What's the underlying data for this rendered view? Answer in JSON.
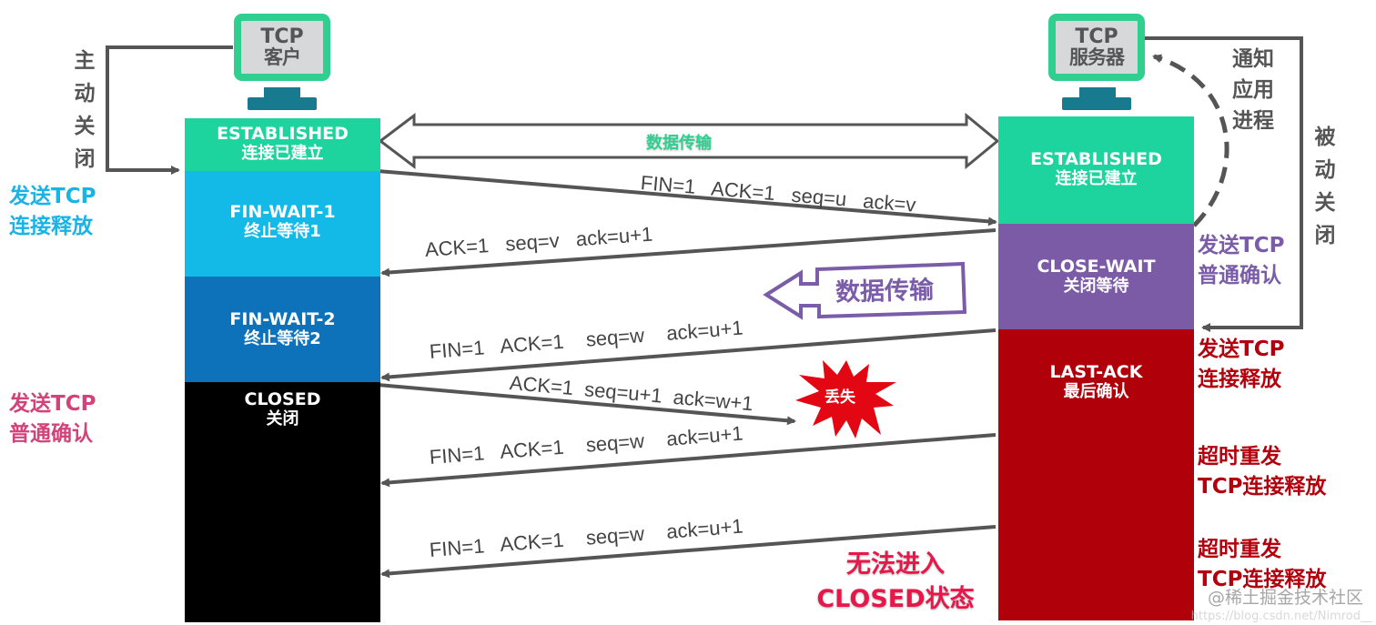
{
  "client": {
    "title_line1": "TCP",
    "title_line2": "客户",
    "side_label": [
      "主",
      "动",
      "关",
      "闭"
    ],
    "states": [
      {
        "en": "ESTABLISHED",
        "zh": "连接已建立",
        "color": "#1ed49e"
      },
      {
        "en": "FIN-WAIT-1",
        "zh": "终止等待1",
        "color": "#13b9e7"
      },
      {
        "en": "FIN-WAIT-2",
        "zh": "终止等待2",
        "color": "#0d72b9"
      },
      {
        "en": "CLOSED",
        "zh": "关闭",
        "color": "#000000"
      }
    ],
    "notes": [
      {
        "line1": "发送TCP",
        "line2": "连接释放",
        "color": "#1ab3e6"
      },
      {
        "line1": "发送TCP",
        "line2": "普通确认",
        "color": "#d2437a"
      }
    ]
  },
  "server": {
    "title_line1": "TCP",
    "title_line2": "服务器",
    "notify_label": [
      "通知",
      "应用",
      "进程"
    ],
    "side_label": [
      "被",
      "动",
      "关",
      "闭"
    ],
    "states": [
      {
        "en": "ESTABLISHED",
        "zh": "连接已建立",
        "color": "#1ed49e"
      },
      {
        "en": "CLOSE-WAIT",
        "zh": "关闭等待",
        "color": "#7b5ba6"
      },
      {
        "en": "LAST-ACK",
        "zh": "最后确认",
        "color": "#b0000a"
      }
    ],
    "notes": [
      {
        "line1": "发送TCP",
        "line2": "普通确认",
        "color": "#7a5ca8"
      },
      {
        "line1": "发送TCP",
        "line2": "连接释放",
        "color": "#b3000d"
      },
      {
        "line1": "超时重发",
        "line2": "TCP连接释放",
        "color": "#b3000d"
      },
      {
        "line1": "超时重发",
        "line2": "TCP连接释放",
        "color": "#b3000d"
      }
    ]
  },
  "data_transfer": {
    "label": "数据传输",
    "color": "#2ecf8f"
  },
  "server_data_transfer": {
    "label": "数据传输",
    "color": "#7a5ca8"
  },
  "messages": [
    {
      "text": "FIN=1   ACK=1   seq=u   ack=v",
      "direction": "client-to-server"
    },
    {
      "text": "ACK=1   seq=v   ack=u+1",
      "direction": "server-to-client"
    },
    {
      "text": "FIN=1   ACK=1    seq=w    ack=u+1",
      "direction": "server-to-client"
    },
    {
      "text": "ACK=1  seq=u+1  ack=w+1",
      "direction": "client-to-server",
      "lost": true
    },
    {
      "text": "FIN=1   ACK=1    seq=w    ack=u+1",
      "direction": "server-to-client"
    },
    {
      "text": "FIN=1   ACK=1    seq=w    ack=u+1",
      "direction": "server-to-client"
    }
  ],
  "lost_badge": {
    "label": "丢失",
    "color": "#e30613"
  },
  "cannot_close": {
    "line1": "无法进入",
    "line2": "CLOSED状态",
    "color": "#e8174a"
  },
  "watermark": {
    "text": "@稀土掘金技术社区",
    "url_text": "https://blog.csdn.net/Nimrod__"
  }
}
